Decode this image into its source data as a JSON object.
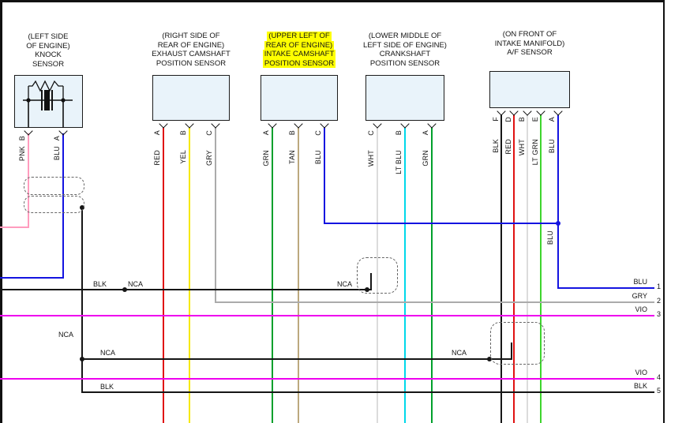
{
  "diagram_type": "automotive wiring diagram",
  "sensors": [
    {
      "name": "KNOCK SENSOR",
      "label_lines": [
        "(LEFT SIDE",
        "OF ENGINE)",
        "KNOCK",
        "SENSOR"
      ],
      "highlighted": false,
      "pins": [
        {
          "pin": "B",
          "color": "PNK"
        },
        {
          "pin": "A",
          "color": "BLU"
        }
      ]
    },
    {
      "name": "EXHAUST CAMSHAFT POSITION SENSOR",
      "label_lines": [
        "(RIGHT SIDE OF",
        "REAR OF ENGINE)",
        "EXHAUST CAMSHAFT",
        "POSITION SENSOR"
      ],
      "highlighted": false,
      "pins": [
        {
          "pin": "A",
          "color": "RED"
        },
        {
          "pin": "B",
          "color": "YEL"
        },
        {
          "pin": "C",
          "color": "GRY"
        }
      ]
    },
    {
      "name": "INTAKE CAMSHAFT POSITION SENSOR",
      "label_lines": [
        "(UPPER LEFT OF",
        "REAR OF ENGINE)",
        "INTAKE CAMSHAFT",
        "POSITION SENSOR"
      ],
      "highlighted": true,
      "pins": [
        {
          "pin": "A",
          "color": "GRN"
        },
        {
          "pin": "B",
          "color": "TAN"
        },
        {
          "pin": "C",
          "color": "BLU"
        }
      ]
    },
    {
      "name": "CRANKSHAFT POSITION SENSOR",
      "label_lines": [
        "(LOWER MIDDLE OF",
        "LEFT SIDE OF ENGINE)",
        "CRANKSHAFT",
        "POSITION SENSOR"
      ],
      "highlighted": false,
      "pins": [
        {
          "pin": "C",
          "color": "WHT"
        },
        {
          "pin": "B",
          "color": "LT BLU"
        },
        {
          "pin": "A",
          "color": "GRN"
        }
      ]
    },
    {
      "name": "A/F SENSOR",
      "label_lines": [
        "(ON FRONT OF",
        "INTAKE MANIFOLD)",
        "A/F SENSOR"
      ],
      "highlighted": false,
      "pins": [
        {
          "pin": "F",
          "color": "BLK"
        },
        {
          "pin": "D",
          "color": "RED"
        },
        {
          "pin": "B",
          "color": "WHT"
        },
        {
          "pin": "E",
          "color": "LT GRN"
        },
        {
          "pin": "A",
          "color": "BLU"
        }
      ]
    }
  ],
  "inline_labels": {
    "nca": "NCA",
    "blk": "BLK",
    "blu": "BLU"
  },
  "right_terminals": [
    {
      "wire": "BLU",
      "terminal": "1"
    },
    {
      "wire": "GRY",
      "terminal": "2"
    },
    {
      "wire": "VIO",
      "terminal": "3"
    },
    {
      "wire": "VIO",
      "terminal": "4"
    },
    {
      "wire": "BLK",
      "terminal": "5"
    }
  ],
  "palette": {
    "pnk": "#ff9cbe",
    "blu": "#1414e0",
    "red": "#e01111",
    "yel": "#f6e800",
    "gry": "#ababab",
    "grn": "#00a02c",
    "tan": "#bca97e",
    "wht": "#dcdcdc",
    "lt_blu": "#00d8ea",
    "lt_grn": "#3ed52e",
    "vio": "#ee00ee",
    "blk": "#161616",
    "sensor_box_fill": "#e9f3fa",
    "highlight": "#ffff00"
  }
}
